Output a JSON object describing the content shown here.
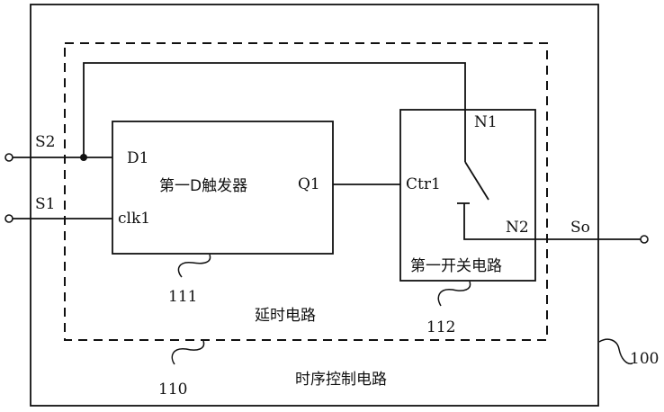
{
  "outer_block": {
    "title": "时序控制电路",
    "ref": "100"
  },
  "delay_block": {
    "title": "延时电路",
    "ref": "110"
  },
  "flipflop": {
    "title": "第一D触发器",
    "ref": "111",
    "pin_d": "D1",
    "pin_clk": "clk1",
    "pin_q": "Q1"
  },
  "switch_circuit": {
    "title": "第一开关电路",
    "ref": "112",
    "pin_ctrl": "Ctr1",
    "node_in": "N1",
    "node_out": "N2"
  },
  "signals": {
    "s2": "S2",
    "s1": "S1",
    "so": "So"
  }
}
